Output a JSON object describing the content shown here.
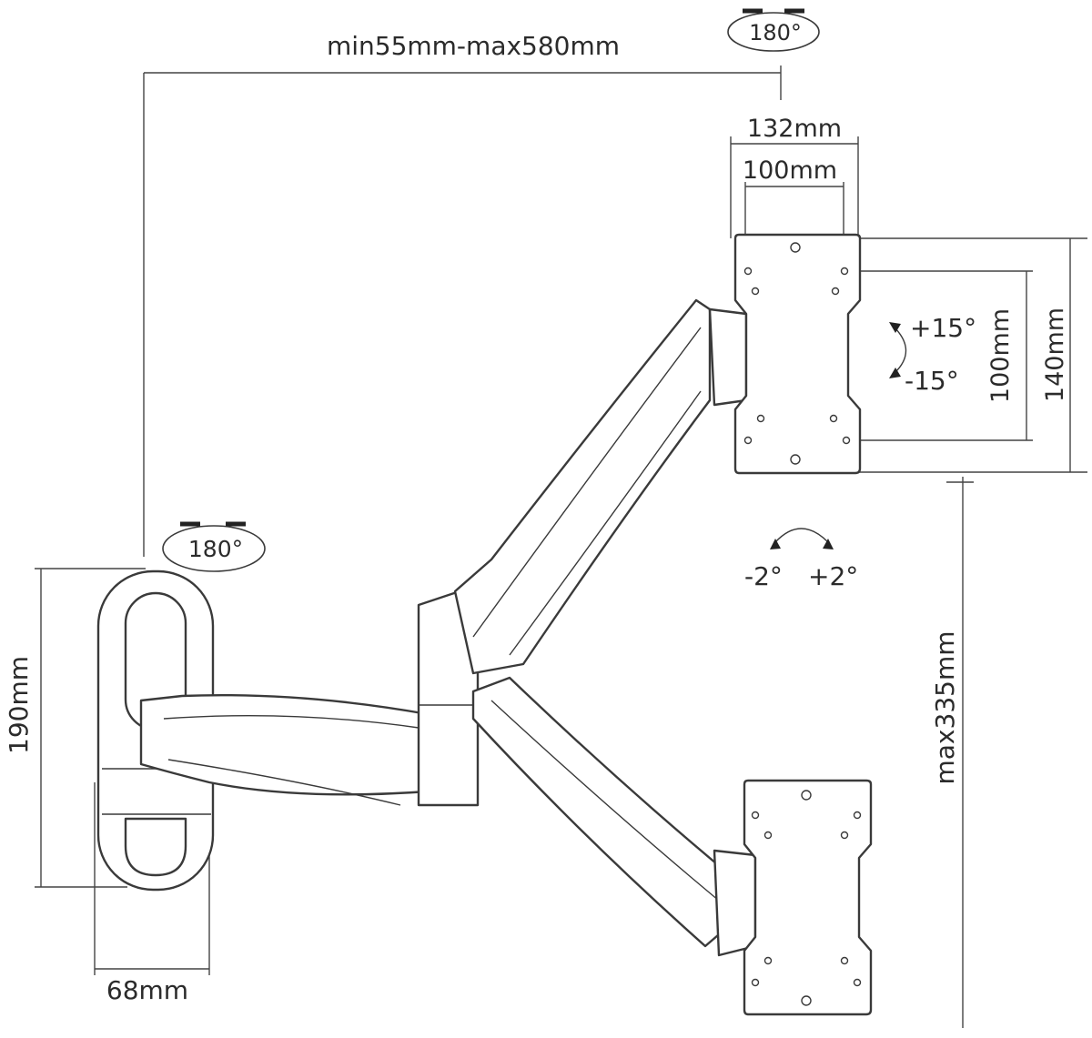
{
  "labels": {
    "reach": "min55mm-max580mm",
    "head_rotation": "180°",
    "base_rotation": "180°",
    "plate_outer_width": "132mm",
    "plate_vesa_width": "100mm",
    "tilt_up": "+15°",
    "tilt_down": "-15°",
    "vesa_height": "100mm",
    "plate_height": "140mm",
    "level_minus": "-2°",
    "level_plus": "+2°",
    "base_height": "190mm",
    "base_depth": "68mm",
    "max_height": "max335mm"
  }
}
